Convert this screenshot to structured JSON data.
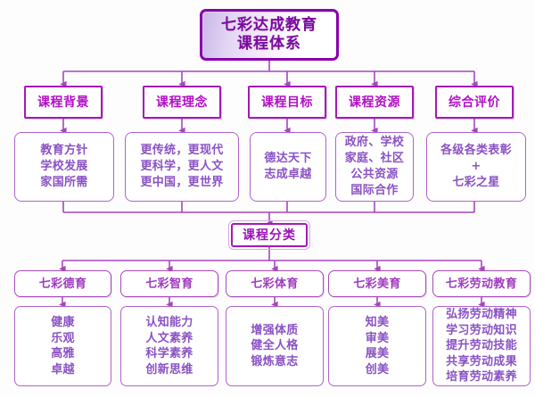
{
  "diagram": {
    "title": "七彩达成教育\n课程体系",
    "pivot_label": "课程分类",
    "colors": {
      "border_strong": "#a31bb5",
      "border_soft": "#b163c9",
      "text_heading": "#b30fc7",
      "text_body": "#8a52c4",
      "title_text": "#7a0a9e",
      "wire": "#a845c0",
      "background": "#fdfdfd"
    },
    "pillars": [
      {
        "heading": "课程背景",
        "detail": "教育方针\n学校发展\n家国所需"
      },
      {
        "heading": "课程理念",
        "detail": "更传统，更现代\n更科学，更人文\n更中国，更世界"
      },
      {
        "heading": "课程目标",
        "detail": "德达天下\n志成卓越"
      },
      {
        "heading": "课程资源",
        "detail": "政府、学校\n家庭、社区\n公共资源\n国际合作"
      },
      {
        "heading": "综合评价",
        "detail": "各级各类表彰\n+\n七彩之星"
      }
    ],
    "categories": [
      {
        "heading": "七彩德育",
        "detail": "健康\n乐观\n高雅\n卓越"
      },
      {
        "heading": "七彩智育",
        "detail": "认知能力\n人文素养\n科学素养\n创新思维"
      },
      {
        "heading": "七彩体育",
        "detail": "增强体质\n健全人格\n锻炼意志"
      },
      {
        "heading": "七彩美育",
        "detail": "知美\n审美\n展美\n创美"
      },
      {
        "heading": "七彩劳动教育",
        "detail": "弘扬劳动精神\n学习劳动知识\n提升劳动技能\n共享劳动成果\n培育劳动素养"
      }
    ]
  }
}
